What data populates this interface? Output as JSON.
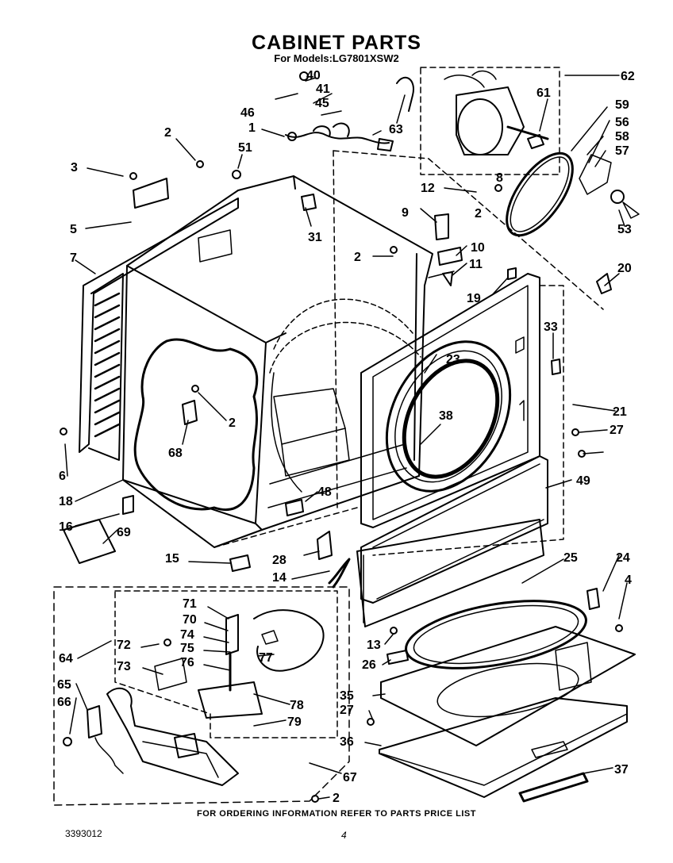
{
  "header": {
    "title": "CABINET PARTS",
    "subtitle": "For Models:LG7801XSW2"
  },
  "footer": {
    "ordering_note": "FOR ORDERING INFORMATION REFER TO PARTS PRICE LIST",
    "doc_number": "3393012",
    "page_number": "4"
  },
  "callouts": [
    "1",
    "2",
    "3",
    "4",
    "5",
    "6",
    "7",
    "8",
    "9",
    "10",
    "11",
    "12",
    "13",
    "14",
    "15",
    "16",
    "18",
    "19",
    "20",
    "21",
    "23",
    "24",
    "25",
    "26",
    "27",
    "28",
    "31",
    "33",
    "35",
    "36",
    "37",
    "38",
    "40",
    "41",
    "45",
    "46",
    "48",
    "49",
    "51",
    "53",
    "56",
    "57",
    "58",
    "59",
    "61",
    "62",
    "63",
    "64",
    "65",
    "66",
    "67",
    "68",
    "69",
    "70",
    "71",
    "72",
    "73",
    "74",
    "75",
    "76",
    "77",
    "78",
    "79"
  ]
}
